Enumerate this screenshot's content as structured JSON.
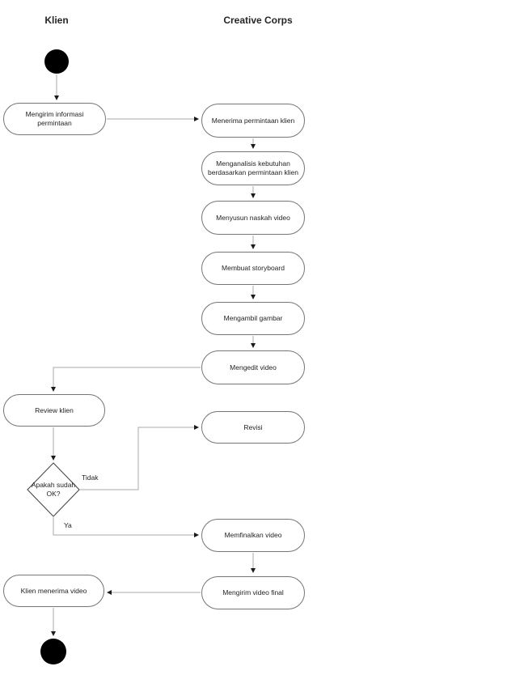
{
  "lanes": {
    "left": "Klien",
    "right": "Creative Corps"
  },
  "activities": {
    "mengirim_informasi": "Mengirim informasi permintaan",
    "menerima_permintaan": "Menerima permintaan klien",
    "menganalisis": "Menganalisis kebutuhan berdasarkan permintaan klien",
    "menyusun_naskah": "Menyusun naskah video",
    "membuat_storyboard": "Membuat storyboard",
    "mengambil_gambar": "Mengambil gambar",
    "mengedit_video": "Mengedit video",
    "review_klien": "Review klien",
    "revisi": "Revisi",
    "memfinalkan_video": "Memfinalkan video",
    "mengirim_video_final": "Mengirim video final",
    "klien_menerima_video": "Klien menerima video"
  },
  "decision": {
    "question": "Apakah sudah OK?",
    "label_no": "Tidak",
    "label_yes": "Ya"
  },
  "colors": {
    "node_border": "#757575",
    "decision_border": "#4a4a4a",
    "edge": "#a8a8a8",
    "arrowhead": "#1a1a1a",
    "terminal_fill": "#000000",
    "text": "#1f1f1f",
    "background": "#ffffff"
  }
}
